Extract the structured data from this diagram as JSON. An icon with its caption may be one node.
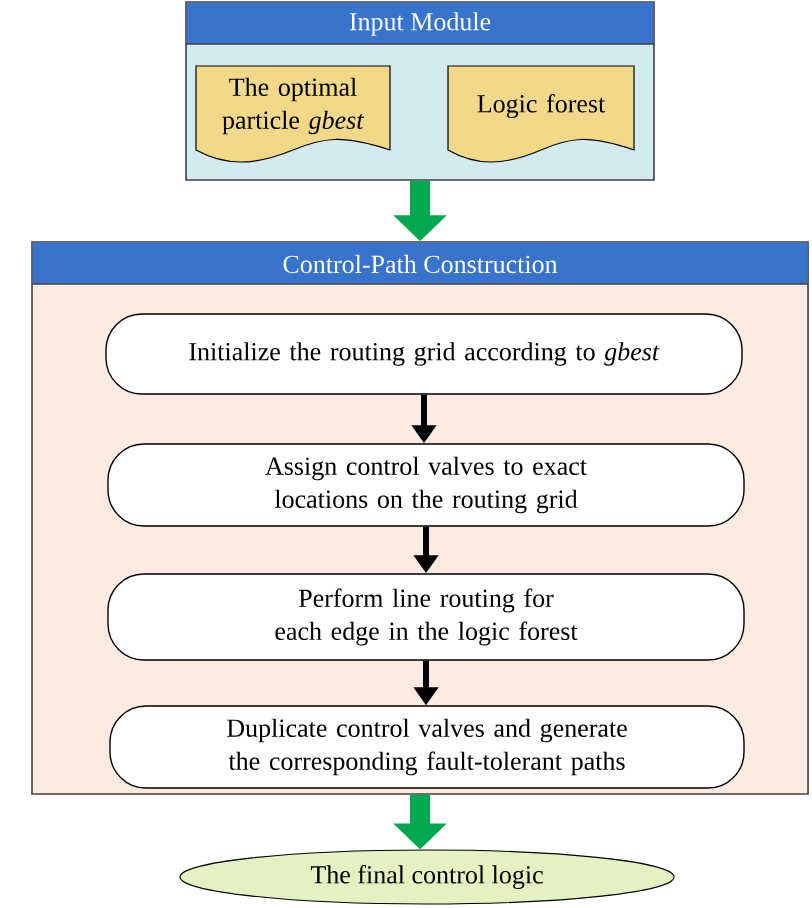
{
  "diagram": {
    "nodes": [
      {
        "text": [
          "Input Module"
        ]
      },
      {
        "text": [
          "The optimal particle *gbest*"
        ],
        "in": 0
      },
      {
        "text": [
          "Logic forest"
        ],
        "in": 0
      },
      {
        "text": [
          "Control-Path Construction"
        ]
      },
      {
        "text": [
          "Initialize the routing grid according to *gbest*"
        ],
        "in": 3
      },
      {
        "text": [
          "Assign control valves to exact locations on the routing grid"
        ],
        "in": 3
      },
      {
        "text": [
          "Perform line routing for each edge in the logic forest"
        ],
        "in": 3
      },
      {
        "text": [
          "Duplicate control valves and generate the corresponding fault-tolerant paths"
        ],
        "in": 3
      },
      {
        "text": [
          "The final control logic"
        ]
      }
    ],
    "edges": [
      {
        "from": 0,
        "to": 3,
        "arrow": "to",
        "style": "thick",
        "color": "#00a84f"
      },
      {
        "from": 4,
        "to": 5,
        "arrow": "to"
      },
      {
        "from": 5,
        "to": 6,
        "arrow": "to"
      },
      {
        "from": 6,
        "to": 7,
        "arrow": "to"
      },
      {
        "from": 3,
        "to": 8,
        "arrow": "to",
        "style": "thick",
        "color": "#00a84f"
      }
    ]
  }
}
